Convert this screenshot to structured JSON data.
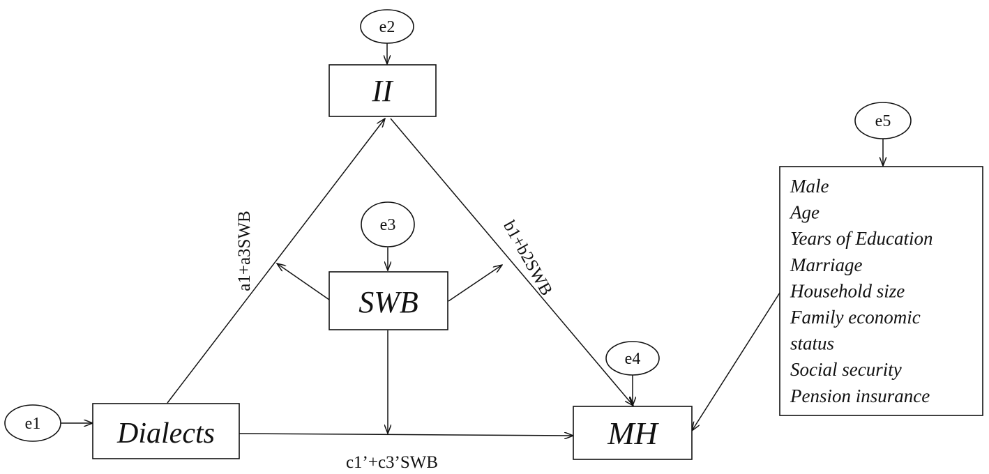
{
  "nodes": {
    "ii": "II",
    "swb": "SWB",
    "dialects": "Dialects",
    "mh": "MH"
  },
  "errors": {
    "e1": "e1",
    "e2": "e2",
    "e3": "e3",
    "e4": "e4",
    "e5": "e5"
  },
  "paths": {
    "a": "a1+a3SWB",
    "b": "b1+b2SWB",
    "c": "c1’+c3’SWB"
  },
  "covariates": [
    "Male",
    "Age",
    "Years of Education",
    "Marriage",
    "Household size",
    "Family economic",
    "status",
    "Social security",
    "Pension insurance"
  ]
}
